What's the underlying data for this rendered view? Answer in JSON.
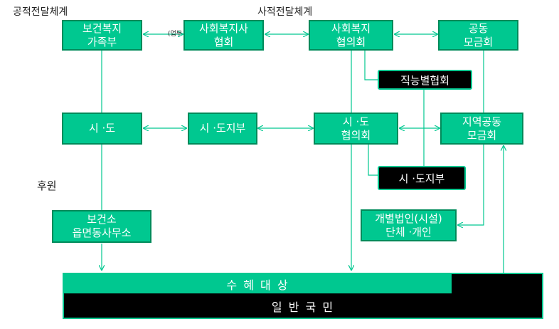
{
  "headings": {
    "public": "공적전달체계",
    "private": "사적전달체계",
    "support": "후원",
    "partial": "(업무"
  },
  "boxes": {
    "ministry": [
      "보건복지",
      "가족부"
    ],
    "social_worker_assoc": [
      "사회복지사",
      "협회"
    ],
    "social_welfare_council": [
      "사회복지",
      "협의회"
    ],
    "community_chest": [
      "공동",
      "모금회"
    ],
    "city_province": [
      "시 ·도"
    ],
    "city_province_branch": [
      "시 ·도지부"
    ],
    "city_province_council": [
      "시 ·도",
      "협의회"
    ],
    "regional_chest": [
      "지역공동",
      "모금회"
    ],
    "health_center": [
      "보건소",
      "읍면동사무소"
    ],
    "individual_org": [
      "개별법인(시설)",
      "단체 ·개인"
    ],
    "beneficiaries": "수 혜 대 상",
    "general_public": "일 반 국 민"
  },
  "dark_boxes": {
    "professional_assoc": "직능별협회",
    "city_branch": "시 ·도지부"
  },
  "colors": {
    "green": "#00c890",
    "green_border": "#008a5a",
    "black": "#000000"
  }
}
